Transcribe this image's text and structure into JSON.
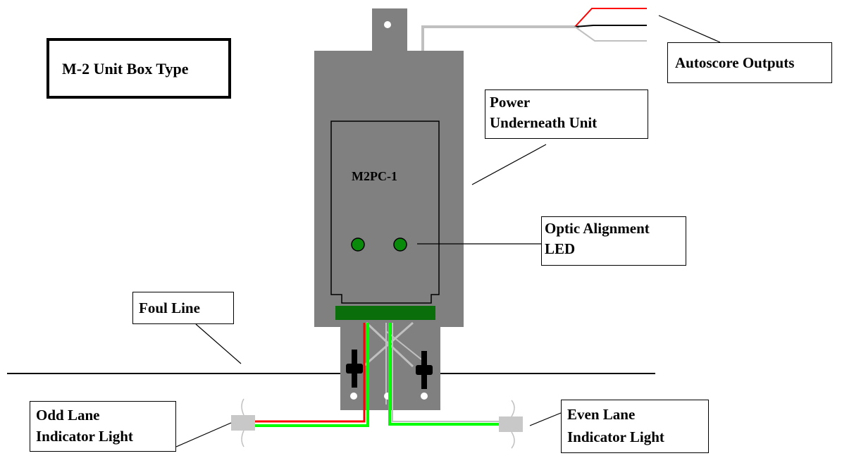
{
  "title": "M-2 Unit Box Type",
  "board_label": "M2PC-1",
  "callouts": {
    "autoscore": "Autoscore Outputs",
    "power": "Power\nUnderneath Unit",
    "optic": "Optic Alignment\nLED",
    "foul": "Foul Line",
    "odd": "Odd Lane\nIndicator Light",
    "even": "Even Lane\nIndicator Light"
  },
  "colors": {
    "unit_body": "#808080",
    "board_connector": "#0a6e0a",
    "led": "#0a8a0a",
    "wire_red": "#ff0000",
    "wire_green": "#00ff00",
    "wire_gray": "#c0c0c0",
    "lamp": "#c8c8c8"
  }
}
